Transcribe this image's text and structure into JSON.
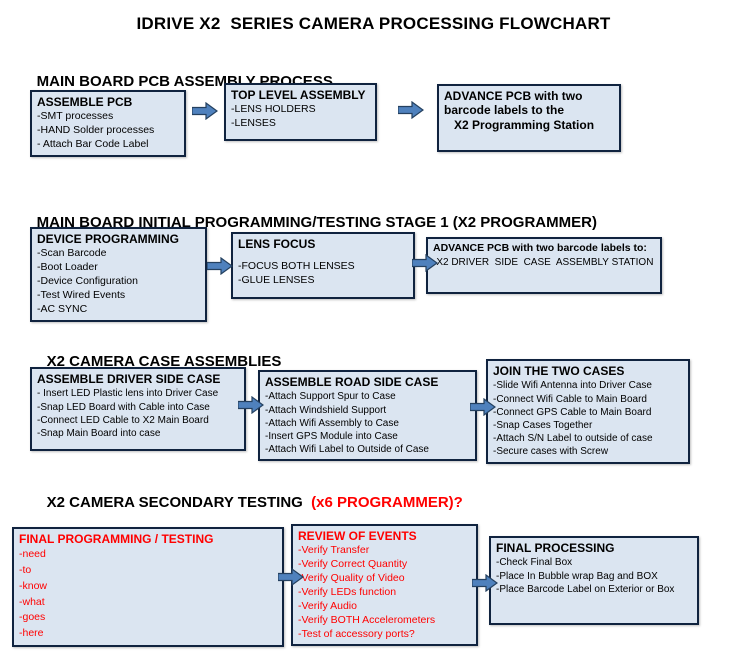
{
  "title": "IDRIVE X2  SERIES CAMERA PROCESSING FLOWCHART",
  "colors": {
    "box_fill": "#dbe5f1",
    "box_border": "#10233f",
    "arrow_fill": "#4f81bd",
    "arrow_outline": "#24405f",
    "red_text": "#ff0000",
    "black_text": "#000000"
  },
  "sections": [
    {
      "heading": "MAIN BOARD PCB ASSEMBLY PROCESS",
      "boxes": [
        {
          "title": "ASSEMBLE PCB",
          "lines": [
            "-SMT processes",
            "-HAND Solder processes",
            "- Attach Bar Code Label"
          ]
        },
        {
          "title": "TOP LEVEL ASSEMBLY",
          "lines": [
            "-LENS HOLDERS",
            "-LENSES"
          ]
        },
        {
          "title": "ADVANCE PCB with two\nbarcode labels to the\n   X2 Programming Station",
          "lines": []
        }
      ]
    },
    {
      "heading": "MAIN BOARD INITIAL PROGRAMMING/TESTING STAGE 1 (X2 PROGRAMMER)",
      "boxes": [
        {
          "title": "DEVICE PROGRAMMING",
          "lines": [
            "-Scan Barcode",
            "-Boot Loader",
            "-Device Configuration",
            "-Test Wired Events",
            "-AC SYNC"
          ]
        },
        {
          "title": "LENS FOCUS",
          "lines": [
            "-FOCUS BOTH LENSES",
            "-GLUE LENSES"
          ]
        },
        {
          "title": "ADVANCE PCB with two barcode labels to:",
          "lines": [
            "-X2 DRIVER  SIDE  CASE  ASSEMBLY STATION"
          ]
        }
      ]
    },
    {
      "heading": "X2 CAMERA CASE ASSEMBLIES",
      "boxes": [
        {
          "title": "ASSEMBLE DRIVER SIDE CASE",
          "lines": [
            "- Insert LED Plastic lens into Driver Case",
            "-Snap LED Board with Cable into Case",
            "-Connect LED Cable to X2 Main Board",
            "-Snap Main Board into case"
          ]
        },
        {
          "title": "ASSEMBLE ROAD SIDE CASE",
          "lines": [
            "-Attach Support Spur to Case",
            "-Attach Windshield Support",
            "-Attach Wifi Assembly to Case",
            "-Insert GPS Module into Case",
            "-Attach Wifi Label to Outside of Case"
          ]
        },
        {
          "title": "JOIN THE TWO CASES",
          "lines": [
            "-Slide Wifi Antenna into Driver Case",
            "-Connect Wifi Cable to Main Board",
            "-Connect GPS Cable to Main Board",
            "-Snap Cases Together",
            "-Attach S/N Label to outside of case",
            "-Secure cases with Screw"
          ]
        }
      ]
    },
    {
      "heading": "X2 CAMERA SECONDARY TESTING  ",
      "heading_suffix": "(x6 PROGRAMMER)?",
      "heading_suffix_color": "#ff0000",
      "boxes": [
        {
          "title": "FINAL PROGRAMMING / TESTING",
          "color": "#ff0000",
          "lines": [
            "-need",
            "-to",
            "-know",
            "-what",
            "-goes",
            "-here"
          ]
        },
        {
          "title": "REVIEW OF EVENTS",
          "color": "#ff0000",
          "lines": [
            "-Verify Transfer",
            "-Verify Correct Quantity",
            "-Verify Quality of Video",
            "-Verify LEDs function",
            "-Verify Audio",
            "-Verify BOTH Accelerometers",
            "-Test of accessory ports?"
          ]
        },
        {
          "title": "FINAL PROCESSING",
          "lines": [
            "-Check Final Box",
            "-Place In Bubble wrap Bag and BOX",
            "-Place Barcode Label on Exterior or Box"
          ]
        }
      ]
    }
  ]
}
